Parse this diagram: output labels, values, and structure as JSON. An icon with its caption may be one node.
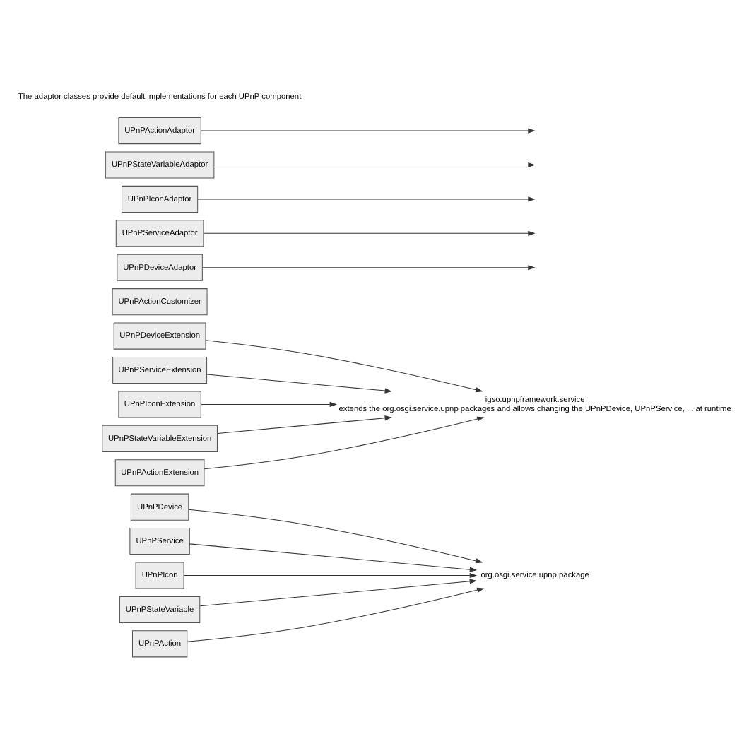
{
  "diagram": {
    "nodes": [
      {
        "text": [
          "org.osgi.service.upnp package"
        ]
      },
      {
        "text": [
          "igso.upnpframework.service",
          "extends the org.osgi.service.upnp packages and allows changing the UPnPDevice, UPnPService, ... at runtime"
        ]
      },
      {
        "text": [
          "UPnPActionCustomizer"
        ]
      },
      {
        "text": [
          "UPnPDevice"
        ]
      },
      {
        "text": [
          "UPnPDeviceExtension"
        ]
      },
      {
        "text": [
          "UPnPService"
        ]
      },
      {
        "text": [
          "UPnPServiceExtension"
        ]
      },
      {
        "text": [
          "UPnPIcon"
        ]
      },
      {
        "text": [
          "UPnPIconExtension"
        ]
      },
      {
        "text": [
          "UPnPStateVariable"
        ]
      },
      {
        "text": [
          "UPnPStateVariableExtension"
        ]
      },
      {
        "text": [
          "UPnPAction"
        ]
      },
      {
        "text": [
          "UPnPActionExtension"
        ]
      },
      {
        "text": [
          "UPnPDeviceAdaptor"
        ]
      },
      {
        "text": [
          "UPnPServiceAdaptor"
        ]
      },
      {
        "text": [
          "UPnPIconAdaptor"
        ]
      },
      {
        "text": [
          "UPnPStateVariableAdaptor"
        ]
      },
      {
        "text": [
          "UPnPActionAdaptor"
        ]
      }
    ],
    "edges": [
      {
        "from": 3,
        "to": 0,
        "arrow": "to"
      },
      {
        "from": 5,
        "to": 0,
        "arrow": "to"
      },
      {
        "from": 7,
        "to": 0,
        "arrow": "to"
      },
      {
        "from": 9,
        "to": 0,
        "arrow": "to"
      },
      {
        "from": 11,
        "to": 0,
        "arrow": "to"
      },
      {
        "from": 4,
        "to": 1,
        "arrow": "to"
      },
      {
        "from": 6,
        "to": 1,
        "arrow": "to"
      },
      {
        "from": 8,
        "to": 1,
        "arrow": "to"
      },
      {
        "from": 10,
        "to": 1,
        "arrow": "to"
      },
      {
        "from": 12,
        "to": 1,
        "arrow": "to"
      },
      {
        "from": 13,
        "to": null,
        "arrow": "to"
      },
      {
        "from": 14,
        "to": null,
        "arrow": "to"
      },
      {
        "from": 15,
        "to": null,
        "arrow": "to"
      },
      {
        "from": 16,
        "to": null,
        "arrow": "to"
      },
      {
        "from": 17,
        "to": null,
        "arrow": "to"
      }
    ],
    "labels": [
      "The adaptor classes provide default implementations for each UPnP component"
    ]
  }
}
